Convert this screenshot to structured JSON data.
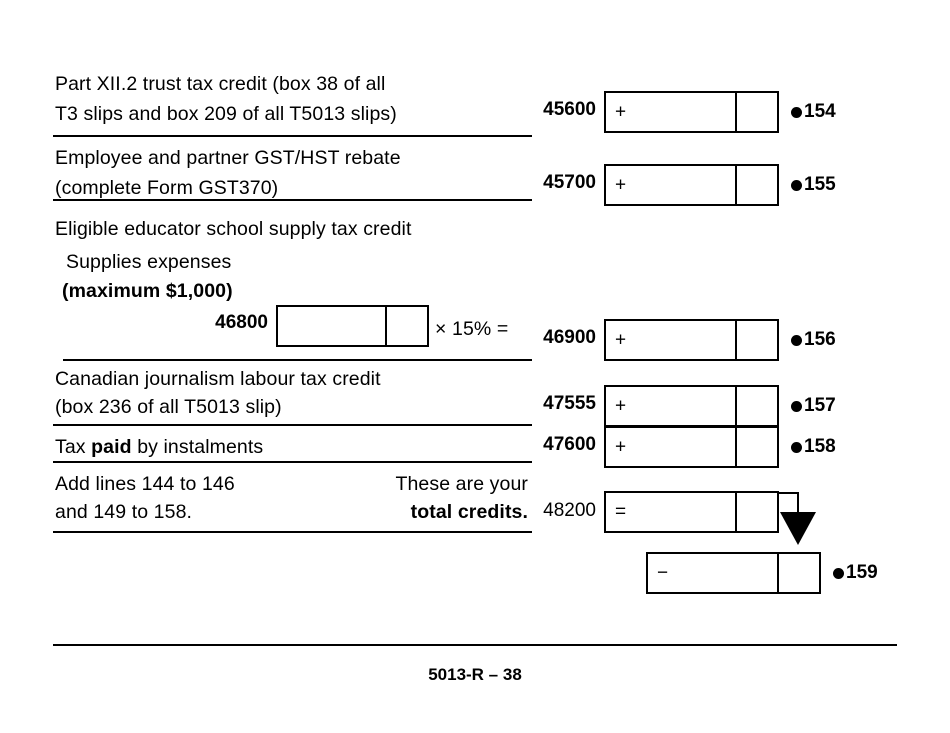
{
  "document": {
    "footer_text": "5013-R – 38",
    "ink_color": "#000000",
    "paper_color": "#ffffff"
  },
  "rows": [
    {
      "id": "part-xii2-trust-tax-credit",
      "text_line1": "Part XII.2 trust tax credit (box 38 of all",
      "text_line2": "T3 slips and box 209 of all T5013 slips)",
      "field_code": "45600",
      "operator": "+",
      "line_number": "154"
    },
    {
      "id": "gst-hst-rebate",
      "text_line1": "Employee and partner GST/HST rebate",
      "text_line2": "(complete Form GST370)",
      "field_code": "45700",
      "operator": "+",
      "line_number": "155"
    },
    {
      "id": "educator-school-supply",
      "heading": "Eligible educator school supply tax credit",
      "sub_line1": "Supplies expenses",
      "sub_line2": "(maximum $1,000)",
      "supplies_field_code": "46800",
      "multiplier_text": "× 15% =",
      "field_code": "46900",
      "operator": "+",
      "line_number": "156"
    },
    {
      "id": "canadian-journalism-labour",
      "text_line1": "Canadian journalism labour tax credit",
      "text_line2": "(box 236 of all T5013 slip)",
      "field_code": "47555",
      "operator": "+",
      "line_number": "157"
    },
    {
      "id": "tax-paid-by-instalments",
      "text_prefix": "Tax ",
      "text_bold": "paid",
      "text_suffix": " by instalments",
      "field_code": "47600",
      "operator": "+",
      "line_number": "158"
    },
    {
      "id": "total-credits",
      "text_line1": "Add lines 144 to 146",
      "text_line2": "and 149 to 158.",
      "note_line1": "These are your",
      "note_line2": "total credits.",
      "field_code": "48200",
      "operator": "="
    },
    {
      "id": "subtract-total-credits",
      "operator": "−",
      "line_number": "159"
    }
  ]
}
